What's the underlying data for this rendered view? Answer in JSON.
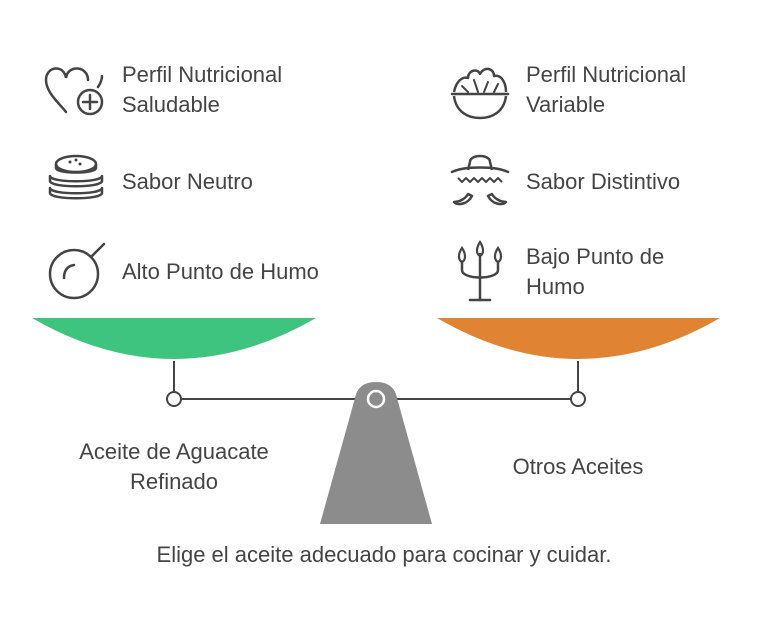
{
  "left": {
    "features": [
      {
        "icon": "heart-plus-icon",
        "label": "Perfil Nutricional Saludable"
      },
      {
        "icon": "pancake-stack-icon",
        "label": "Sabor Neutro"
      },
      {
        "icon": "smoke-point-high-icon",
        "label": "Alto Punto de Humo"
      }
    ],
    "title": "Aceite de Aguacate Refinado",
    "color": "#3ec47e"
  },
  "right": {
    "features": [
      {
        "icon": "salad-bowl-icon",
        "label": "Perfil Nutricional Variable"
      },
      {
        "icon": "sombrero-chili-icon",
        "label": "Sabor Distintivo"
      },
      {
        "icon": "smoke-point-low-icon",
        "label": "Bajo Punto de Humo"
      }
    ],
    "title": "Otros Aceites",
    "color": "#e08434"
  },
  "caption": "Elige el aceite adecuado para cocinar y cuidar.",
  "colors": {
    "stand": "#8c8c8c",
    "line": "#444444",
    "icon": "#444444"
  }
}
